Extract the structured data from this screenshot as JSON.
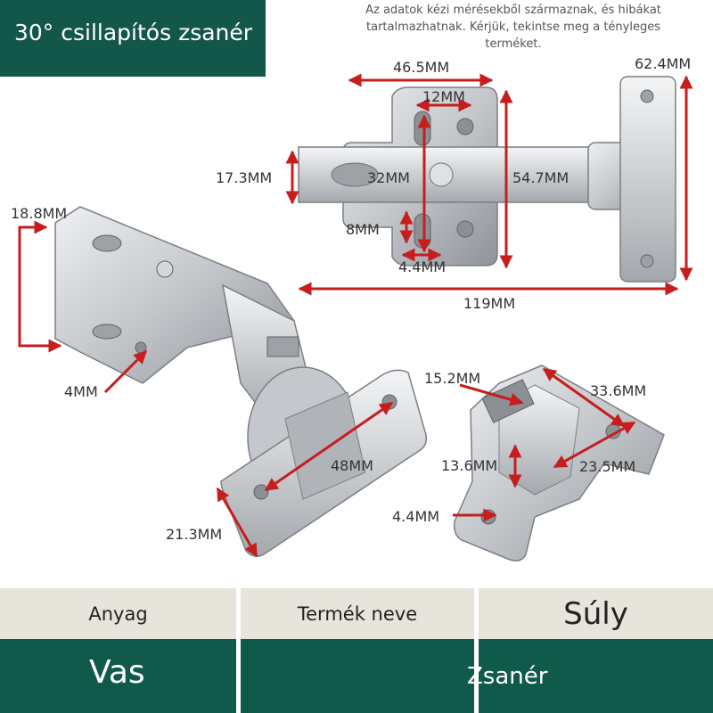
{
  "title": "30° csillapítós zsanér",
  "disclaimer": "Az adatok kézi mérésekből származnak, és hibákat tartalmazhatnak. Kérjük, tekintse meg a tényleges terméket.",
  "dimensions": {
    "d46_5": "46.5MM",
    "d62_4": "62.4MM",
    "d12": "12MM",
    "d17_3": "17.3MM",
    "d32": "32MM",
    "d54_7": "54.7MM",
    "d8": "8MM",
    "d4_4_top": "4.4MM",
    "d18_8": "18.8MM",
    "d119": "119MM",
    "d4": "4MM",
    "d15_2": "15.2MM",
    "d33_6": "33.6MM",
    "d48": "48MM",
    "d13_6": "13.6MM",
    "d23_5": "23.5MM",
    "d4_4_bottom": "4.4MM",
    "d21_3": "21.3MM"
  },
  "table": {
    "headers": [
      "Anyag",
      "Termék neve",
      "Súly"
    ],
    "values": [
      "Vas",
      "Zsanér"
    ]
  },
  "colors": {
    "brand_green": "#13574a",
    "dimension_red": "#c61e1e",
    "steel": "#b9bcc0"
  }
}
